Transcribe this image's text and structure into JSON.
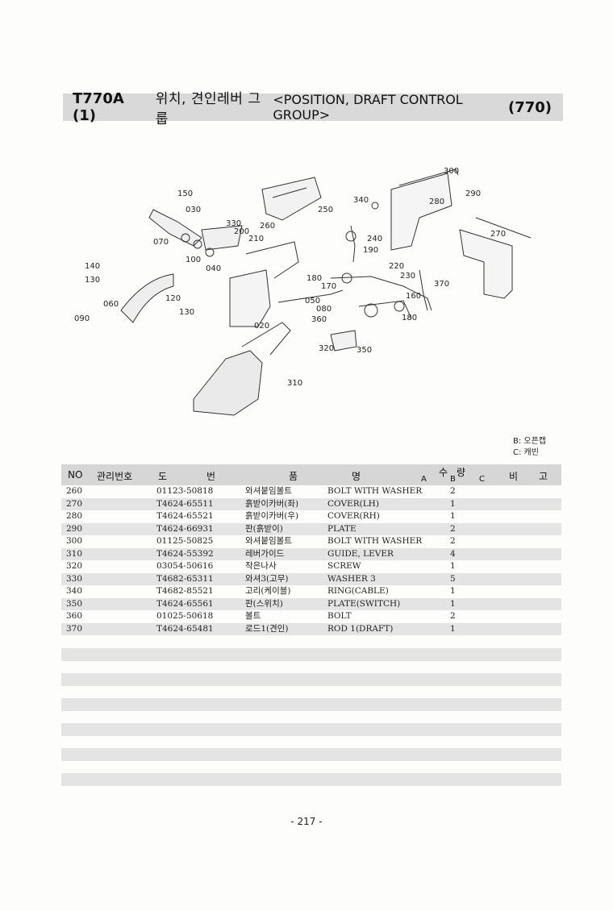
{
  "header": {
    "code": "T770A (1)",
    "title_kr": "위치, 견인레버 그룹",
    "title_en": "<POSITION, DRAFT CONTROL GROUP>",
    "group": "(770)"
  },
  "diagram_labels": [
    "300",
    "290",
    "280",
    "340",
    "150",
    "030",
    "250",
    "330",
    "200",
    "260",
    "210",
    "070",
    "240",
    "270",
    "190",
    "100",
    "040",
    "140",
    "130",
    "220",
    "230",
    "370",
    "180",
    "170",
    "120",
    "060",
    "050",
    "080",
    "160",
    "130",
    "360",
    "180",
    "090",
    "020",
    "320",
    "350",
    "310"
  ],
  "legend": {
    "b": "B: 오픈캡",
    "c": "C: 캐빈"
  },
  "table": {
    "headers": {
      "no": "NO",
      "mgmt": "관리번호",
      "drawing_1": "도",
      "drawing_2": "번",
      "name_1": "품",
      "name_2": "명",
      "qty_1": "수",
      "qty_2": "량",
      "qty_a": "A",
      "qty_b": "B",
      "qty_c": "C",
      "remark_1": "비",
      "remark_2": "고"
    },
    "rows": [
      {
        "no": "260",
        "part": "01123-50818",
        "kr": "와셔붙임볼트",
        "en": "BOLT WITH WASHER",
        "qty": "2"
      },
      {
        "no": "270",
        "part": "T4624-65511",
        "kr": "흙받이카버(좌)",
        "en": "COVER(LH)",
        "qty": "1"
      },
      {
        "no": "280",
        "part": "T4624-65521",
        "kr": "흙받이카버(우)",
        "en": "COVER(RH)",
        "qty": "1"
      },
      {
        "no": "290",
        "part": "T4624-66931",
        "kr": "판(흙받이)",
        "en": "PLATE",
        "qty": "2"
      },
      {
        "no": "300",
        "part": "01125-50825",
        "kr": "와셔붙임볼트",
        "en": "BOLT WITH WASHER",
        "qty": "2"
      },
      {
        "no": "310",
        "part": "T4624-55392",
        "kr": "레버가이드",
        "en": "GUIDE, LEVER",
        "qty": "4"
      },
      {
        "no": "320",
        "part": "03054-50616",
        "kr": "작은나사",
        "en": "SCREW",
        "qty": "1"
      },
      {
        "no": "330",
        "part": "T4682-65311",
        "kr": "와셔3(고무)",
        "en": "WASHER 3",
        "qty": "5"
      },
      {
        "no": "340",
        "part": "T4682-85521",
        "kr": "고리(케이블)",
        "en": "RING(CABLE)",
        "qty": "1"
      },
      {
        "no": "350",
        "part": "T4624-65561",
        "kr": "판(스위치)",
        "en": "PLATE(SWITCH)",
        "qty": "1"
      },
      {
        "no": "360",
        "part": "01025-50618",
        "kr": "볼트",
        "en": "BOLT",
        "qty": "2"
      },
      {
        "no": "370",
        "part": "T4624-65481",
        "kr": "로드1(견인)",
        "en": "ROD 1(DRAFT)",
        "qty": "1"
      }
    ]
  },
  "page_number": "- 217 -"
}
